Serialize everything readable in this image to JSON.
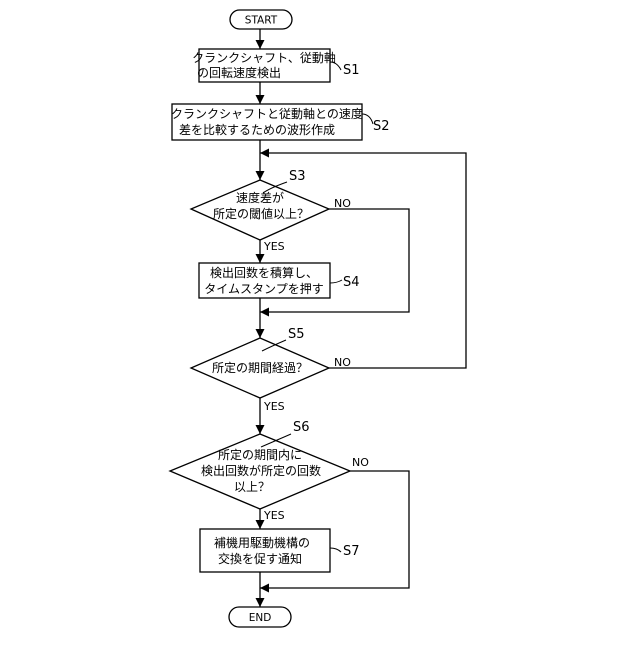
{
  "flowchart": {
    "start": "START",
    "end": "END",
    "s1": {
      "label": "S1",
      "lines": [
        "クランクシャフト、従動軸",
        "の回転速度検出"
      ]
    },
    "s2": {
      "label": "S2",
      "lines": [
        "クランクシャフトと従動軸との速度",
        "差を比較するための波形作成"
      ]
    },
    "s3": {
      "label": "S3",
      "lines": [
        "速度差が",
        "所定の閾値以上？"
      ],
      "yes": "YES",
      "no": "NO"
    },
    "s4": {
      "label": "S4",
      "lines": [
        "検出回数を積算し、",
        "タイムスタンプを押す"
      ]
    },
    "s5": {
      "label": "S5",
      "lines": [
        "所定の期間経過？"
      ],
      "yes": "YES",
      "no": "NO"
    },
    "s6": {
      "label": "S6",
      "lines": [
        "所定の期間内に",
        "検出回数が所定の回数",
        "以上？"
      ],
      "yes": "YES",
      "no": "NO"
    },
    "s7": {
      "label": "S7",
      "lines": [
        "補機用駆動機構の",
        "交換を促す通知"
      ]
    }
  }
}
